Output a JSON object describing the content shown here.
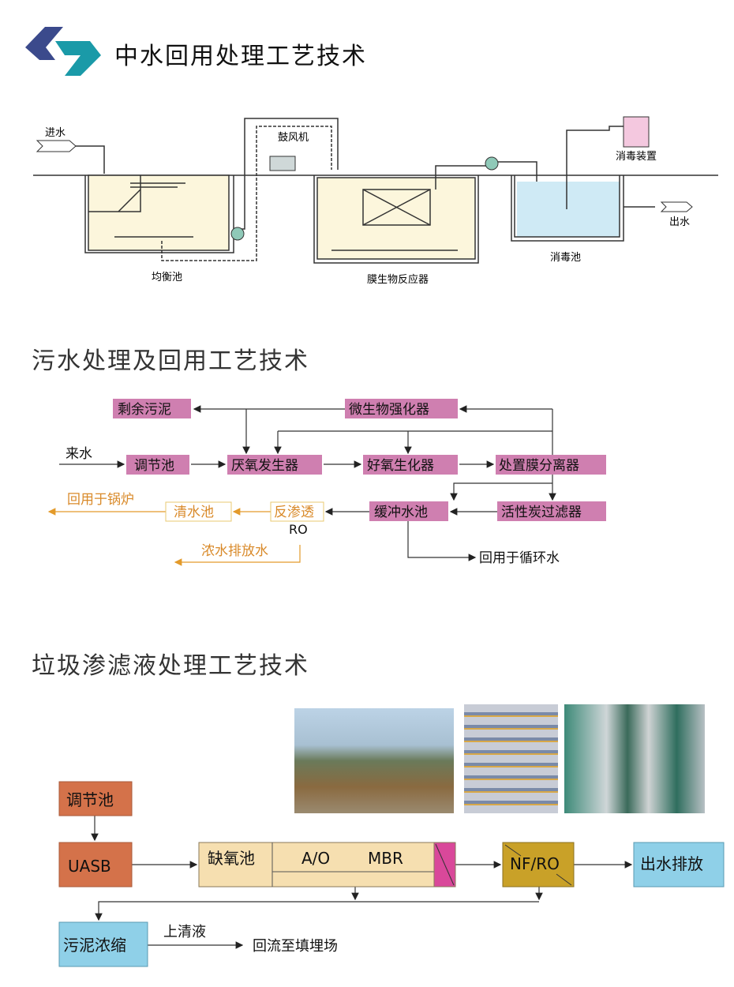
{
  "titles": {
    "s1": "中水回用处理工艺技术",
    "s2": "污水处理及回用工艺技术",
    "s3": "垃圾渗滤液处理工艺技术"
  },
  "s1": {
    "inlet": "进水",
    "blower": "鼓风机",
    "disinfect_device": "消毒装置",
    "outlet": "出水",
    "equal_tank": "均衡池",
    "mbr": "膜生物反应器",
    "disinfect_tank": "消毒池"
  },
  "s2": {
    "sludge": "剩余污泥",
    "microbe": "微生物强化器",
    "inflow": "来水",
    "adjust": "调节池",
    "anaerobic": "厌氧发生器",
    "aerobic": "好氧生化器",
    "membrane": "处置膜分离器",
    "buffer": "缓冲水池",
    "carbon": "活性炭过滤器",
    "ro": "反渗透",
    "ro_en": "RO",
    "clear": "清水池",
    "boiler": "回用于锅炉",
    "concentrate": "浓水排放水",
    "cycle": "回用于循环水"
  },
  "s3": {
    "adjust": "调节池",
    "uasb": "UASB",
    "anoxic": "缺氧池",
    "ao": "A/O",
    "mbr": "MBR",
    "nfro": "NF/RO",
    "discharge": "出水排放",
    "sludge": "污泥浓缩",
    "supernatant": "上清液",
    "landfill": "回流至填埋场"
  },
  "colors": {
    "pink": "#cf7fb0",
    "brown": "#d4724a",
    "tan": "#f6dfb0",
    "gold": "#c9a128",
    "blue": "#8fd0e8",
    "orange": "#e39a2a",
    "logo_dark": "#3b4a8c",
    "logo_teal": "#1a9aa8"
  }
}
